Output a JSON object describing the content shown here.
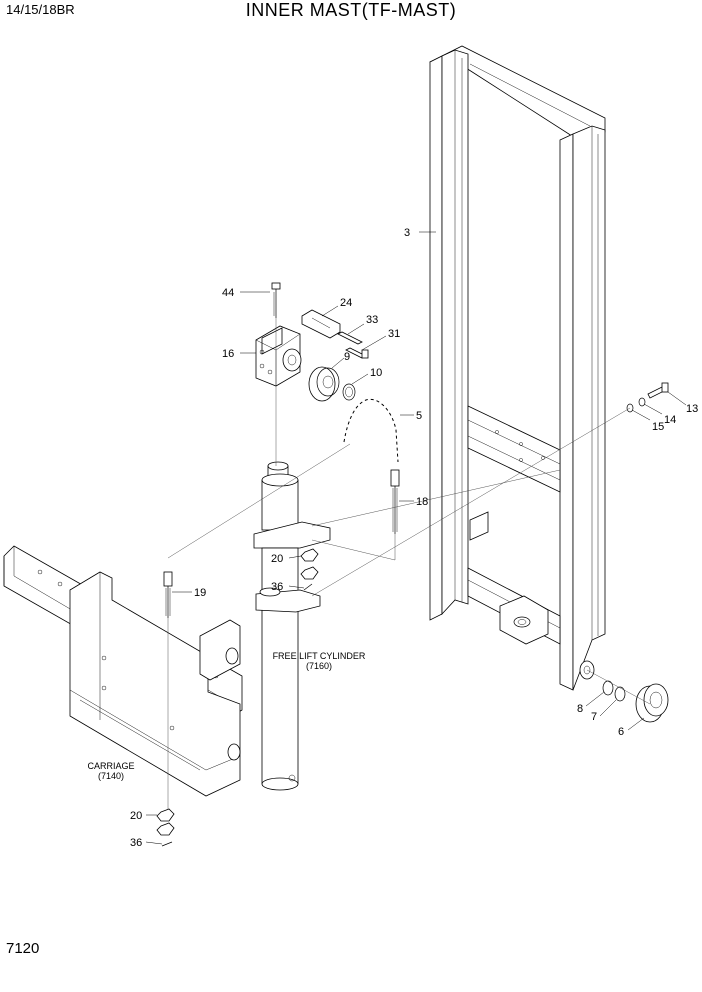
{
  "header": {
    "model": "14/15/18BR",
    "title": "INNER MAST(TF-MAST)"
  },
  "page_number": "7120",
  "callouts": {
    "p3": "3",
    "p44": "44",
    "p24": "24",
    "p33": "33",
    "p31": "31",
    "p16": "16",
    "p9": "9",
    "p10": "10",
    "p5": "5",
    "p18": "18",
    "p13": "13",
    "p14": "14",
    "p15": "15",
    "p20a": "20",
    "p36a": "36",
    "p19": "19",
    "p8": "8",
    "p7": "7",
    "p6": "6",
    "p20b": "20",
    "p36b": "36"
  },
  "notes": {
    "free_lift_line1": "FREE LIFT CYLINDER",
    "free_lift_line2": "(7160)",
    "carriage_line1": "CARRIAGE",
    "carriage_line2": "(7140)"
  }
}
